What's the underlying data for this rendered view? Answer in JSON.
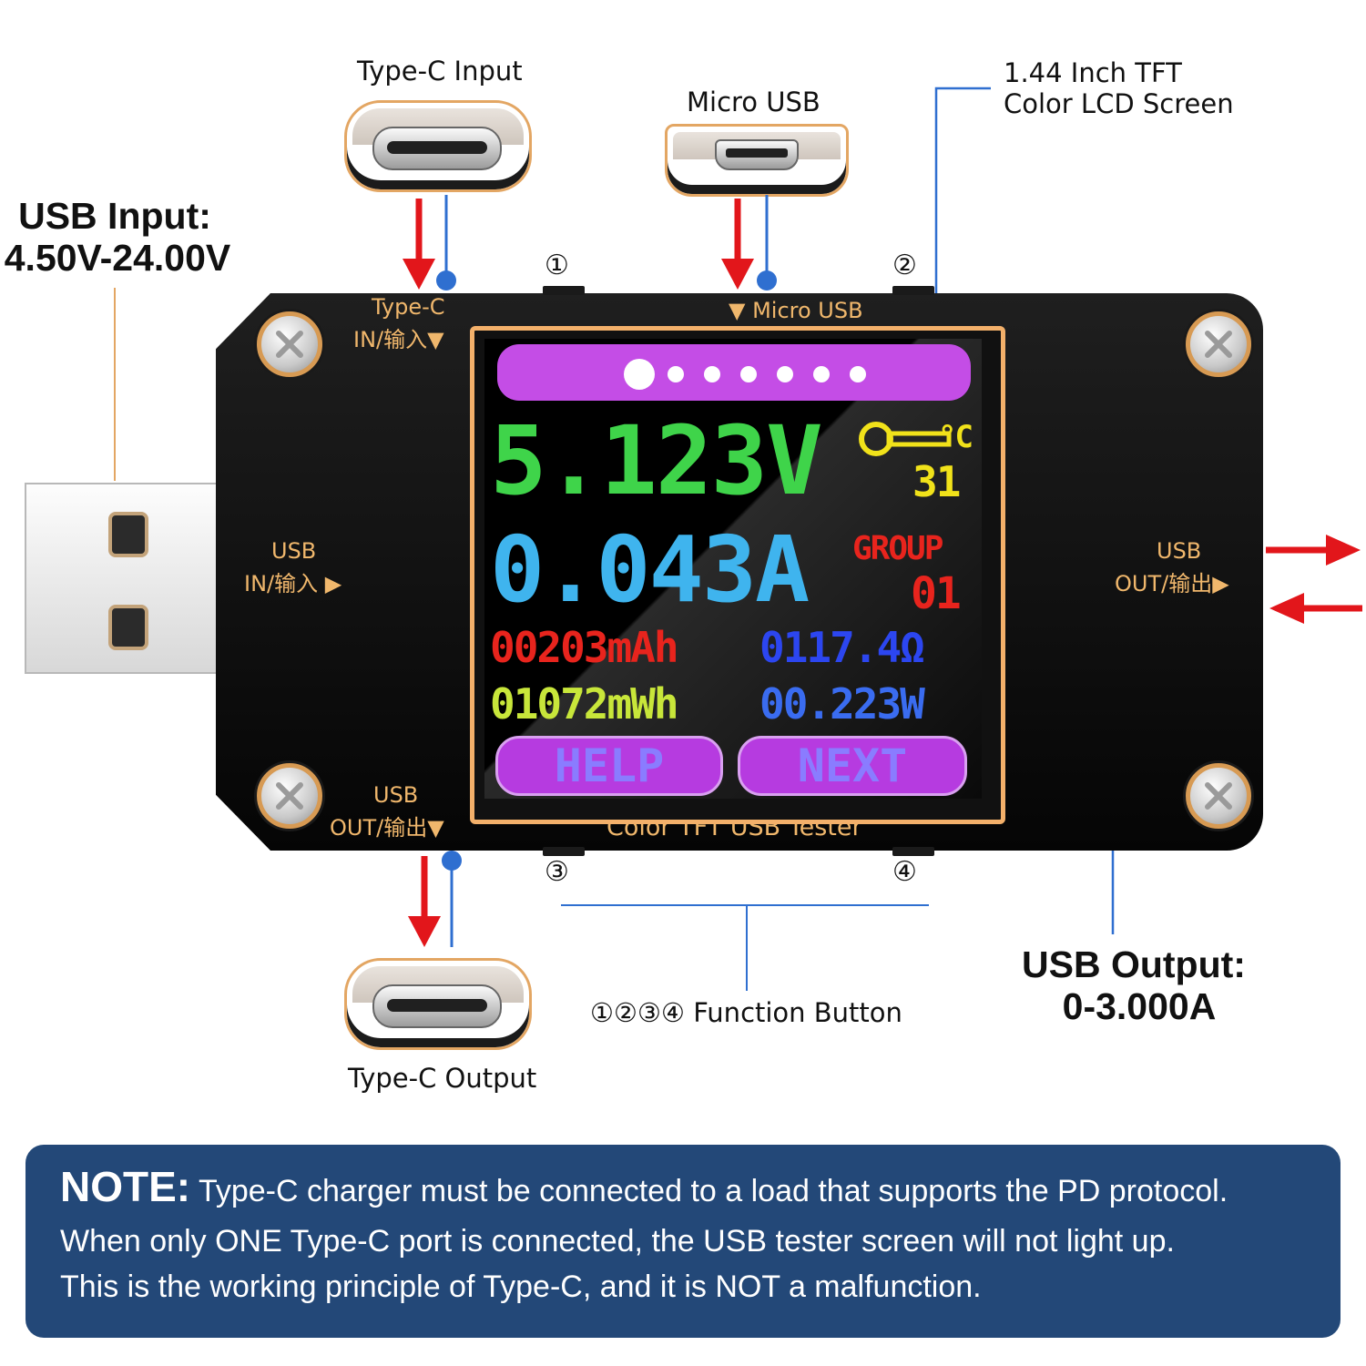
{
  "callouts": {
    "typec_input": "Type-C Input",
    "micro_usb": "Micro USB",
    "lcd_line1": "1.44 Inch TFT",
    "lcd_line2": "Color LCD Screen",
    "usb_input_title": "USB Input:",
    "usb_input_range": "4.50V-24.00V",
    "usb_output_title": "USB Output:",
    "usb_output_range": "0-3.000A",
    "typec_output": "Type-C Output",
    "function_buttons": "①②③④ Function Button",
    "btn1": "①",
    "btn2": "②",
    "btn3": "③",
    "btn4": "④"
  },
  "device_labels": {
    "typec_in_1": "Type-C",
    "typec_in_2": "IN/输入▼",
    "micro_usb": "▼ Micro USB",
    "usb_in_1": "USB",
    "usb_in_2": "IN/输入 ▶",
    "usb_out_right_1": "USB",
    "usb_out_right_2": "OUT/输出▶",
    "usb_out_bottom_1": "USB",
    "usb_out_bottom_2": "OUT/输出▼",
    "product_name": "Color TFT USB Tester"
  },
  "screen": {
    "voltage": "5.123V",
    "temp_unit": "°C",
    "temperature": "31",
    "current": "0.043A",
    "group_label": "GROUP",
    "group_value": "01",
    "capacity": "00203mAh",
    "resistance": "0117.4Ω",
    "energy": "01072mWh",
    "power": "00.223W",
    "help_button": "HELP",
    "next_button": "NEXT",
    "colors": {
      "voltage": "#3fd44a",
      "current": "#3fb4ee",
      "capacity": "#e8241d",
      "resistance": "#2c46f0",
      "energy": "#c8e63a",
      "power": "#3a6cf0",
      "group": "#e8241d",
      "temperature": "#f1e21a",
      "header_bar": "#c44de6"
    }
  },
  "note": {
    "lead": "NOTE:",
    "line1": "Type-C charger must be connected to a load that supports the PD protocol.",
    "line2": "When only ONE Type-C port is connected, the USB tester screen will not light up.",
    "line3": "This is the working principle of Type-C, and it is NOT a malfunction."
  },
  "accent_colors": {
    "arrow_red": "#e2161b",
    "leader_blue": "#2f6fd0",
    "leader_orange": "#e3a663",
    "silkscreen": "#f0b76c",
    "note_bg": "#234878"
  }
}
